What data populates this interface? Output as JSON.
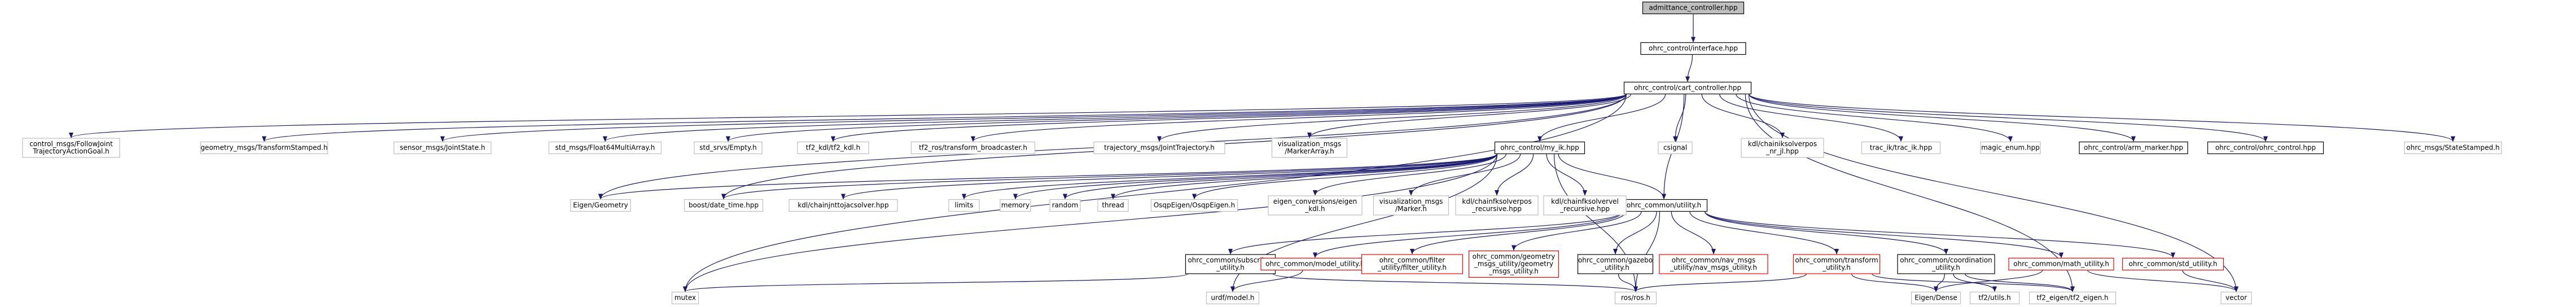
{
  "colors": {
    "edge": "#191970",
    "edge_highlight": "#8b0000",
    "root_fill": "#bfbfbf",
    "node_fill": "#ffffff",
    "node_border": "#000000",
    "external_border": "#bfbfbf",
    "unexpanded_border": "#ff0000"
  },
  "nodes": [
    {
      "id": "admittance_controller",
      "lines": [
        "admittance_controller.hpp"
      ],
      "kind": "root"
    },
    {
      "id": "interface",
      "lines": [
        "ohrc_control/interface.hpp"
      ],
      "kind": "local"
    },
    {
      "id": "cart_controller",
      "lines": [
        "ohrc_control/cart_controller.hpp"
      ],
      "kind": "local"
    },
    {
      "id": "follow_joint",
      "lines": [
        "control_msgs/FollowJoint",
        "TrajectoryActionGoal.h"
      ],
      "kind": "external"
    },
    {
      "id": "transform_stamped",
      "lines": [
        "geometry_msgs/TransformStamped.h"
      ],
      "kind": "external"
    },
    {
      "id": "joint_state",
      "lines": [
        "sensor_msgs/JointState.h"
      ],
      "kind": "external"
    },
    {
      "id": "float64_multi",
      "lines": [
        "std_msgs/Float64MultiArray.h"
      ],
      "kind": "external"
    },
    {
      "id": "std_empty",
      "lines": [
        "std_srvs/Empty.h"
      ],
      "kind": "external"
    },
    {
      "id": "tf2_kdl",
      "lines": [
        "tf2_kdl/tf2_kdl.h"
      ],
      "kind": "external"
    },
    {
      "id": "tf2_broadcaster",
      "lines": [
        "tf2_ros/transform_broadcaster.h"
      ],
      "kind": "external"
    },
    {
      "id": "joint_trajectory",
      "lines": [
        "trajectory_msgs/JointTrajectory.h"
      ],
      "kind": "external"
    },
    {
      "id": "marker_array",
      "lines": [
        "visualization_msgs",
        "/MarkerArray.h"
      ],
      "kind": "external"
    },
    {
      "id": "my_ik",
      "lines": [
        "ohrc_control/my_ik.hpp"
      ],
      "kind": "local"
    },
    {
      "id": "csignal",
      "lines": [
        "csignal"
      ],
      "kind": "external"
    },
    {
      "id": "chainiksolverpos_nr_jl",
      "lines": [
        "kdl/chainiksolverpos",
        "_nr_jl.hpp"
      ],
      "kind": "external"
    },
    {
      "id": "trac_ik",
      "lines": [
        "trac_ik/trac_ik.hpp"
      ],
      "kind": "external"
    },
    {
      "id": "magic_enum",
      "lines": [
        "magic_enum.hpp"
      ],
      "kind": "external"
    },
    {
      "id": "arm_marker",
      "lines": [
        "ohrc_control/arm_marker.hpp"
      ],
      "kind": "local"
    },
    {
      "id": "ohrc_control_h",
      "lines": [
        "ohrc_control/ohrc_control.hpp"
      ],
      "kind": "local"
    },
    {
      "id": "state_stamped",
      "lines": [
        "ohrc_msgs/StateStamped.h"
      ],
      "kind": "external"
    },
    {
      "id": "utility",
      "lines": [
        "ohrc_common/utility.h"
      ],
      "kind": "local"
    },
    {
      "id": "eigen_geometry",
      "lines": [
        "Eigen/Geometry"
      ],
      "kind": "external"
    },
    {
      "id": "date_time",
      "lines": [
        "boost/date_time.hpp"
      ],
      "kind": "external"
    },
    {
      "id": "chainjnttojacsolver",
      "lines": [
        "kdl/chainjnttojacsolver.hpp"
      ],
      "kind": "external"
    },
    {
      "id": "limits",
      "lines": [
        "limits"
      ],
      "kind": "external"
    },
    {
      "id": "memory",
      "lines": [
        "memory"
      ],
      "kind": "external"
    },
    {
      "id": "random",
      "lines": [
        "random"
      ],
      "kind": "external"
    },
    {
      "id": "thread",
      "lines": [
        "thread"
      ],
      "kind": "external"
    },
    {
      "id": "osqp_eigen",
      "lines": [
        "OsqpEigen/OsqpEigen.h"
      ],
      "kind": "external"
    },
    {
      "id": "eigen_conversions",
      "lines": [
        "eigen_conversions/eigen",
        "_kdl.h"
      ],
      "kind": "external"
    },
    {
      "id": "vis_marker",
      "lines": [
        "visualization_msgs",
        "/Marker.h"
      ],
      "kind": "external"
    },
    {
      "id": "chainfksolverpos",
      "lines": [
        "kdl/chainfksolverpos",
        "_recursive.hpp"
      ],
      "kind": "external"
    },
    {
      "id": "chainfksolvervel",
      "lines": [
        "kdl/chainfksolvervel",
        "_recursive.hpp"
      ],
      "kind": "external"
    },
    {
      "id": "subscriber_utility",
      "lines": [
        "ohrc_common/subscriber",
        "_utility.h"
      ],
      "kind": "local"
    },
    {
      "id": "model_utility",
      "lines": [
        "ohrc_common/model_utility.h"
      ],
      "kind": "unexpanded"
    },
    {
      "id": "filter_utility",
      "lines": [
        "ohrc_common/filter",
        "_utility/filter_utility.h"
      ],
      "kind": "unexpanded"
    },
    {
      "id": "geometry_msgs_utility",
      "lines": [
        "ohrc_common/geometry",
        "_msgs_utility/geometry",
        "_msgs_utility.h"
      ],
      "kind": "unexpanded"
    },
    {
      "id": "gazebo_utility",
      "lines": [
        "ohrc_common/gazebo",
        "_utility.h"
      ],
      "kind": "local"
    },
    {
      "id": "nav_msgs_utility",
      "lines": [
        "ohrc_common/nav_msgs",
        "_utility/nav_msgs_utility.h"
      ],
      "kind": "unexpanded"
    },
    {
      "id": "transform_utility",
      "lines": [
        "ohrc_common/transform",
        "_utility.h"
      ],
      "kind": "unexpanded"
    },
    {
      "id": "coordination_utility",
      "lines": [
        "ohrc_common/coordination",
        "_utility.h"
      ],
      "kind": "local"
    },
    {
      "id": "math_utility",
      "lines": [
        "ohrc_common/math_utility.h"
      ],
      "kind": "unexpanded"
    },
    {
      "id": "std_utility",
      "lines": [
        "ohrc_common/std_utility.h"
      ],
      "kind": "unexpanded"
    },
    {
      "id": "mutex",
      "lines": [
        "mutex"
      ],
      "kind": "external"
    },
    {
      "id": "urdf_model",
      "lines": [
        "urdf/model.h"
      ],
      "kind": "external"
    },
    {
      "id": "ros_h",
      "lines": [
        "ros/ros.h"
      ],
      "kind": "external"
    },
    {
      "id": "eigen_dense",
      "lines": [
        "Eigen/Dense"
      ],
      "kind": "external"
    },
    {
      "id": "tf2_utils",
      "lines": [
        "tf2/utils.h"
      ],
      "kind": "external"
    },
    {
      "id": "tf2_eigen",
      "lines": [
        "tf2_eigen/tf2_eigen.h"
      ],
      "kind": "external"
    },
    {
      "id": "vector",
      "lines": [
        "vector"
      ],
      "kind": "external"
    }
  ],
  "edges": [
    [
      "admittance_controller",
      "interface"
    ],
    [
      "interface",
      "cart_controller"
    ],
    [
      "cart_controller",
      "follow_joint"
    ],
    [
      "cart_controller",
      "transform_stamped"
    ],
    [
      "cart_controller",
      "joint_state"
    ],
    [
      "cart_controller",
      "float64_multi"
    ],
    [
      "cart_controller",
      "std_empty"
    ],
    [
      "cart_controller",
      "tf2_kdl"
    ],
    [
      "cart_controller",
      "tf2_broadcaster"
    ],
    [
      "cart_controller",
      "joint_trajectory"
    ],
    [
      "cart_controller",
      "marker_array"
    ],
    [
      "cart_controller",
      "my_ik"
    ],
    [
      "cart_controller",
      "csignal"
    ],
    [
      "cart_controller",
      "chainiksolverpos_nr_jl"
    ],
    [
      "cart_controller",
      "trac_ik"
    ],
    [
      "cart_controller",
      "magic_enum"
    ],
    [
      "cart_controller",
      "arm_marker"
    ],
    [
      "cart_controller",
      "ohrc_control_h"
    ],
    [
      "cart_controller",
      "state_stamped"
    ],
    [
      "cart_controller",
      "utility"
    ],
    [
      "cart_controller",
      "eigen_geometry"
    ],
    [
      "cart_controller",
      "date_time"
    ],
    [
      "cart_controller",
      "mutex"
    ],
    [
      "cart_controller",
      "vector"
    ],
    [
      "cart_controller",
      "tf2_eigen"
    ],
    [
      "my_ik",
      "eigen_geometry"
    ],
    [
      "my_ik",
      "date_time"
    ],
    [
      "my_ik",
      "chainjnttojacsolver"
    ],
    [
      "my_ik",
      "limits"
    ],
    [
      "my_ik",
      "memory"
    ],
    [
      "my_ik",
      "random"
    ],
    [
      "my_ik",
      "thread"
    ],
    [
      "my_ik",
      "osqp_eigen"
    ],
    [
      "my_ik",
      "eigen_conversions"
    ],
    [
      "my_ik",
      "vis_marker"
    ],
    [
      "my_ik",
      "chainfksolverpos"
    ],
    [
      "my_ik",
      "chainfksolvervel"
    ],
    [
      "my_ik",
      "utility"
    ],
    [
      "my_ik",
      "urdf_model"
    ],
    [
      "my_ik",
      "mutex"
    ],
    [
      "my_ik",
      "ros_h"
    ],
    [
      "utility",
      "subscriber_utility"
    ],
    [
      "utility",
      "model_utility"
    ],
    [
      "utility",
      "filter_utility"
    ],
    [
      "utility",
      "geometry_msgs_utility"
    ],
    [
      "utility",
      "gazebo_utility"
    ],
    [
      "utility",
      "nav_msgs_utility"
    ],
    [
      "utility",
      "transform_utility"
    ],
    [
      "utility",
      "coordination_utility"
    ],
    [
      "utility",
      "math_utility"
    ],
    [
      "utility",
      "std_utility"
    ],
    [
      "utility",
      "ros_h"
    ],
    [
      "subscriber_utility",
      "mutex"
    ],
    [
      "subscriber_utility",
      "ros_h"
    ],
    [
      "model_utility",
      "urdf_model"
    ],
    [
      "gazebo_utility",
      "ros_h"
    ],
    [
      "transform_utility",
      "ros_h"
    ],
    [
      "transform_utility",
      "eigen_dense"
    ],
    [
      "transform_utility",
      "tf2_eigen"
    ],
    [
      "coordination_utility",
      "eigen_dense"
    ],
    [
      "coordination_utility",
      "tf2_utils"
    ],
    [
      "coordination_utility",
      "tf2_eigen"
    ],
    [
      "math_utility",
      "eigen_dense"
    ],
    [
      "math_utility",
      "vector"
    ],
    [
      "std_utility",
      "vector"
    ]
  ]
}
